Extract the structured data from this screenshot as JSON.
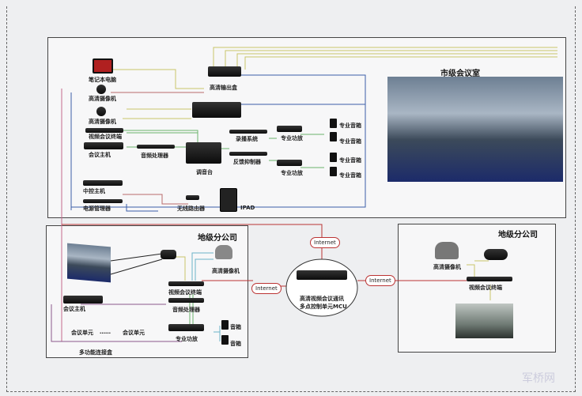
{
  "city_room": {
    "title": "市级会议室",
    "devices": {
      "laptop": "笔记本电脑",
      "camera1": "高清摄像机",
      "camera2": "高清摄像机",
      "hd_output": "高清输出盒",
      "vc_terminal": "视频会议终端",
      "conf_host": "会议主机",
      "audio_proc": "音频处理器",
      "mixer": "调音台",
      "recorder": "录播系统",
      "feedback": "反馈抑制器",
      "amp1": "专业功放",
      "amp2": "专业功放",
      "spk1": "专业音箱",
      "spk2": "专业音箱",
      "spk3": "专业音箱",
      "spk4": "专业音箱",
      "central": "中控主机",
      "power": "电源管理器",
      "router": "无线路由器",
      "ipad": "IPAD"
    }
  },
  "branch_left": {
    "title": "地级分公司",
    "camera": "高清摄像机",
    "vc_terminal": "视频会议终端",
    "conf_host": "会议主机",
    "audio_proc": "音频处理器",
    "amp": "专业功放",
    "spk1": "音箱",
    "spk2": "音箱",
    "unit1": "会议单元",
    "unit2": "会议单元",
    "dots": "……",
    "junction": "多功能连接盒"
  },
  "branch_right": {
    "title": "地级分公司",
    "camera": "高清摄像机",
    "vc_terminal": "视频会议终端"
  },
  "network": {
    "internet1": "Internet",
    "internet2": "Internet",
    "internet3": "Internet",
    "mcu_line1": "高清视频会议通讯",
    "mcu_line2": "多点控制单元MCU"
  },
  "watermark": "军桥网"
}
